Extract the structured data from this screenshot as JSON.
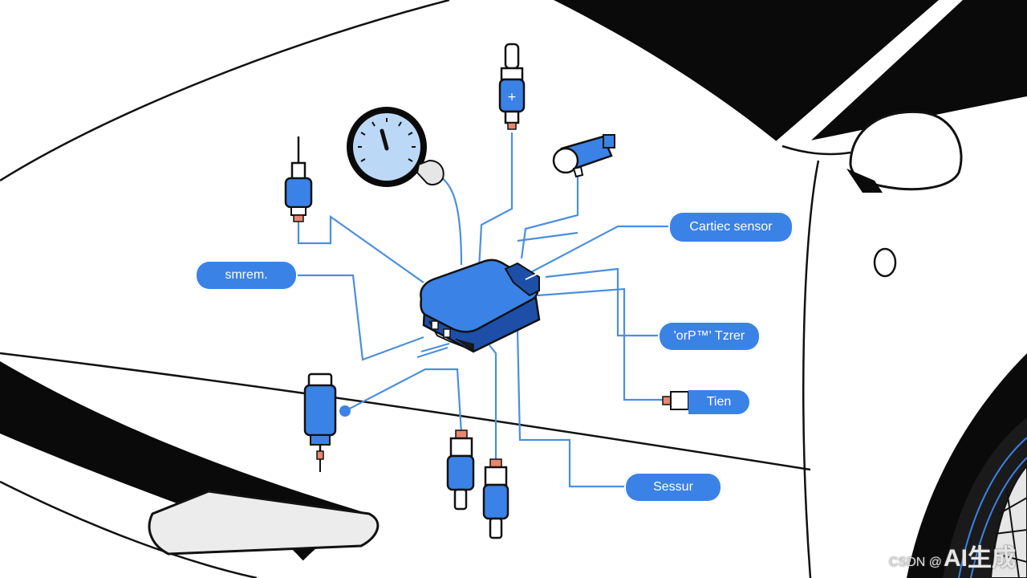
{
  "labels": {
    "cartiec_sensor": "Cartiec sensor",
    "smrem": "smrem.",
    "torpm_tzrer": "'orP™' Tzrer",
    "tien": "Tien",
    "sessur": "Sessur"
  },
  "watermark": {
    "prefix": "CSDN @",
    "suffix": "AI生成"
  },
  "colors": {
    "accent": "#3b82e6",
    "accent_dark": "#1d4fa8",
    "wire": "#4a8fe0",
    "outline": "#111111",
    "tip": "#e8866e"
  }
}
